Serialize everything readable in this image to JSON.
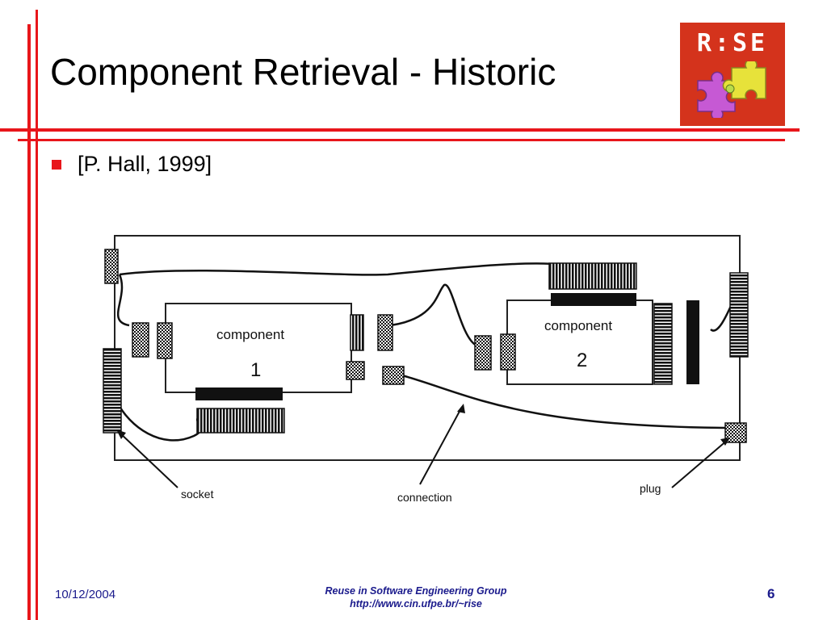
{
  "slide": {
    "title": "Component Retrieval - Historic",
    "bullet": "[P. Hall, 1999]",
    "accent_color": "#e8161b",
    "footer_color": "#1a1a8c"
  },
  "logo": {
    "text": "R:SE",
    "background_color": "#d4331c",
    "icon": "puzzle-pieces-icon"
  },
  "diagram": {
    "component_1_label": "component",
    "component_1_number": "1",
    "component_2_label": "component",
    "component_2_number": "2",
    "callouts": {
      "socket": "socket",
      "connection": "connection",
      "plug": "plug"
    }
  },
  "footer": {
    "date": "10/12/2004",
    "group": "Reuse in Software Engineering Group",
    "url": "http://www.cin.ufpe.br/~rise",
    "page_number": "6"
  }
}
